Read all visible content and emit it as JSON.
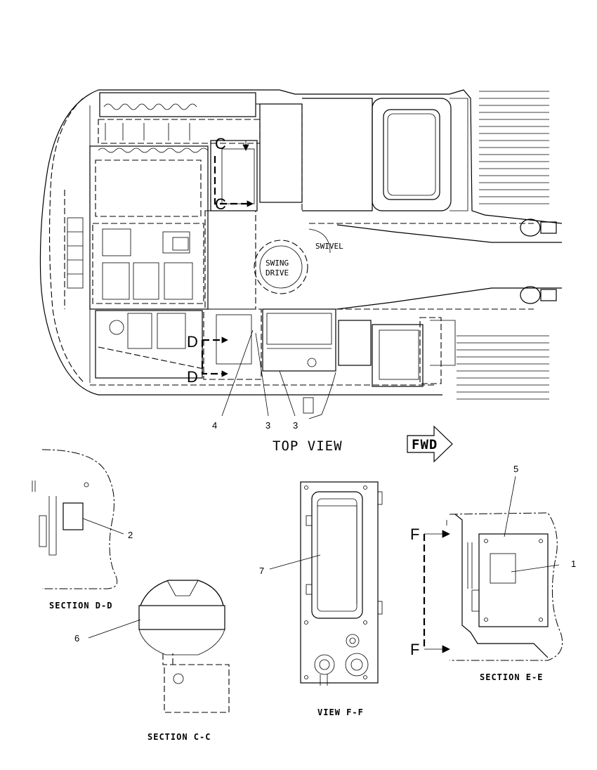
{
  "views": {
    "top_view": "TOP VIEW",
    "section_dd": "SECTION D-D",
    "section_cc": "SECTION C-C",
    "view_ff": "VIEW F-F",
    "section_ee": "SECTION E-E"
  },
  "fwd_label": "FWD",
  "inline_labels": {
    "swivel": "SWIVEL",
    "swing_drive_1": "SWING",
    "swing_drive_2": "DRIVE",
    "marker_c": "C",
    "marker_d": "D",
    "marker_f": "F"
  },
  "callouts": {
    "c1": "1",
    "c2": "2",
    "c3": "3",
    "c4": "4",
    "c5": "5",
    "c6": "6",
    "c7": "7"
  }
}
